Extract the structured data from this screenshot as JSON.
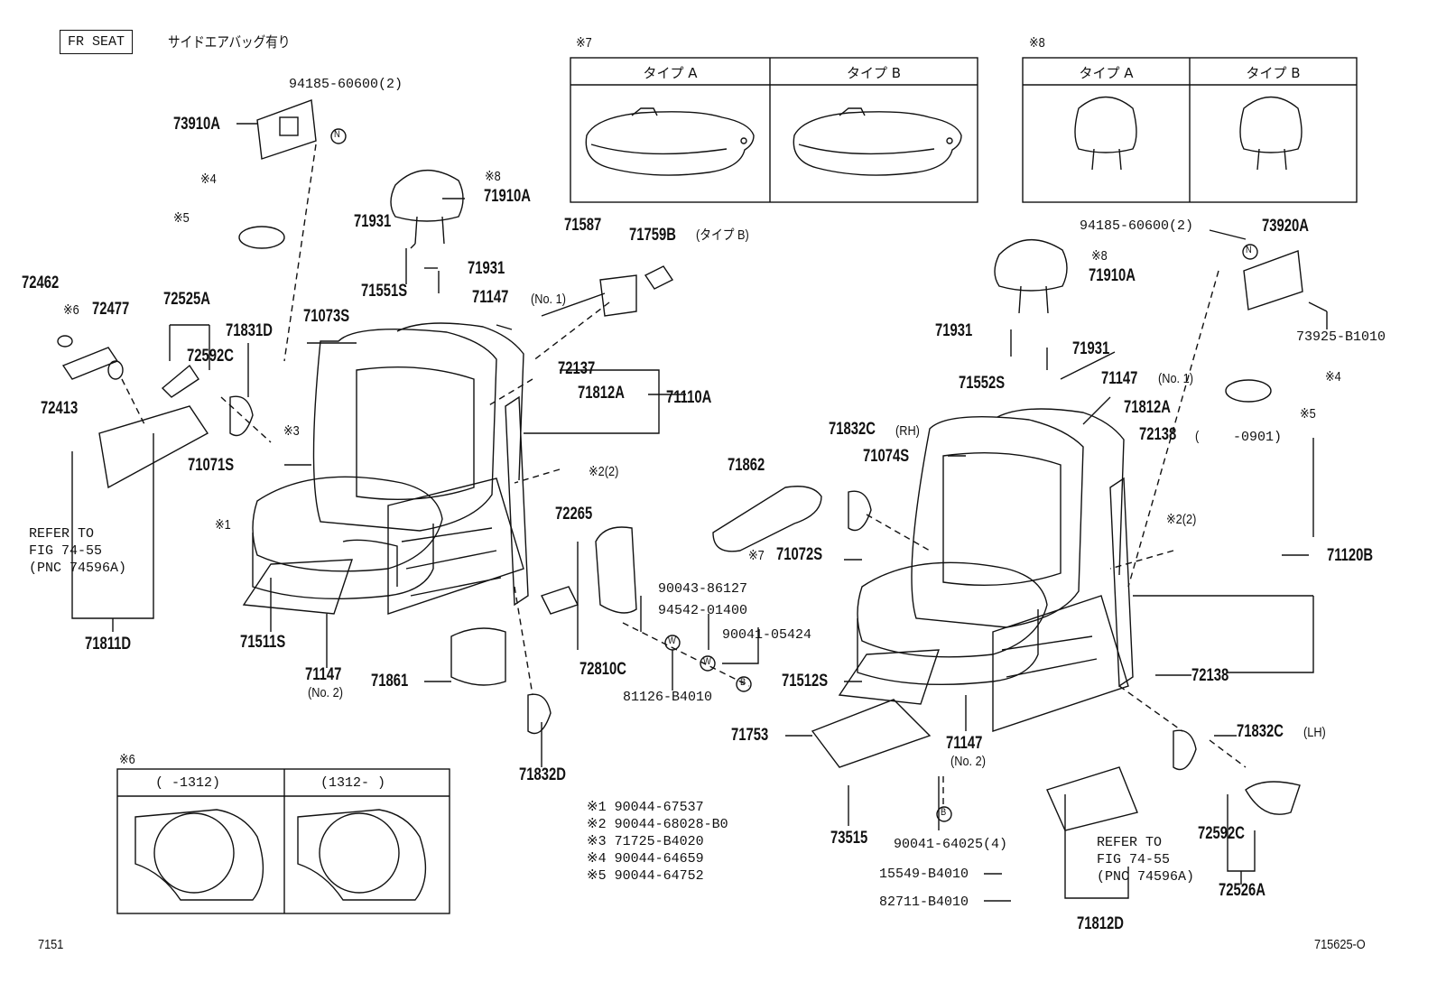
{
  "header": {
    "fr_seat": "FR SEAT",
    "subtitle": "サイドエアバッグ有り"
  },
  "panel7": {
    "mark": "※7",
    "type_a": "タイプ A",
    "type_b": "タイプ B"
  },
  "panel8": {
    "mark": "※8",
    "type_a": "タイプ A",
    "type_b": "タイプ B"
  },
  "panel6": {
    "mark": "※6",
    "col_a": "(     -1312)",
    "col_b": "(1312-     )"
  },
  "parts": {
    "p94185_l": "94185-60600(2)",
    "p73910A": "73910A",
    "m4_l": "※4",
    "m5_l": "※5",
    "m8_l": "※8",
    "p71910A_l": "71910A",
    "p71931_a": "71931",
    "p71931_b": "71931",
    "p71551S": "71551S",
    "p71587": "71587",
    "p71759B": "71759B",
    "p71759B_note": "(タイプ B)",
    "p71147_1": "71147",
    "no1": "(No. 1)",
    "p72462": "72462",
    "m6_l": "※6",
    "p72477": "72477",
    "p72525A": "72525A",
    "p71831D": "71831D",
    "p71073S": "71073S",
    "p72592C_l": "72592C",
    "p72137": "72137",
    "p71812A_l": "71812A",
    "p71110A": "71110A",
    "p72413": "72413",
    "m3": "※3",
    "p71071S": "71071S",
    "m2_l": "※2(2)",
    "m1": "※1",
    "refer_l": "REFER TO\nFIG 74-55\n(PNC 74596A)",
    "p71811D": "71811D",
    "p71511S": "71511S",
    "p71147_2l": "71147",
    "no2_l": "(No. 2)",
    "p71861": "71861",
    "p72265": "72265",
    "p90043": "90043-86127",
    "p94542": "94542-01400",
    "p90041_05424": "90041-05424",
    "p72810C": "72810C",
    "p81126": "81126-B4010",
    "p71832D": "71832D",
    "p71862": "71862",
    "m7": "※7",
    "p71072S": "71072S",
    "p71832C_rh": "71832C",
    "rh": "(RH)",
    "p71074S": "71074S",
    "p71552S": "71552S",
    "p94185_r": "94185-60600(2)",
    "p73920A": "73920A",
    "m8_r": "※8",
    "p71910A_r": "71910A",
    "p71931_c": "71931",
    "p71931_d": "71931",
    "p73925": "73925-B1010",
    "m4_r": "※4",
    "m5_r": "※5",
    "p71147_1r": "71147",
    "no1_r": "(No. 1)",
    "p71812A_r": "71812A",
    "p72138_a": "72138",
    "paren_open": "(",
    "p0901": "-0901)",
    "m2_r": "※2(2)",
    "p71120B": "71120B",
    "p71512S": "71512S",
    "p72138_b": "72138",
    "p71753": "71753",
    "p71147_2r": "71147",
    "no2_r": "(No. 2)",
    "p71832C_lh": "71832C",
    "lh": "(LH)",
    "p73515": "73515",
    "p90041_64025": "90041-64025(4)",
    "p15549": "15549-B4010",
    "p82711": "82711-B4010",
    "refer_r": "REFER TO\nFIG 74-55\n(PNC 74596A)",
    "p71812D": "71812D",
    "p72592C_r": "72592C",
    "p72526A": "72526A"
  },
  "notes": [
    "※1  90044-67537",
    "※2  90044-68028-B0",
    "※3  71725-B4020",
    "※4  90044-64659",
    "※5  90044-64752"
  ],
  "callouts": {
    "n": "N",
    "w": "W",
    "b": "B"
  },
  "footer": {
    "left": "7151",
    "right": "715625-O"
  }
}
